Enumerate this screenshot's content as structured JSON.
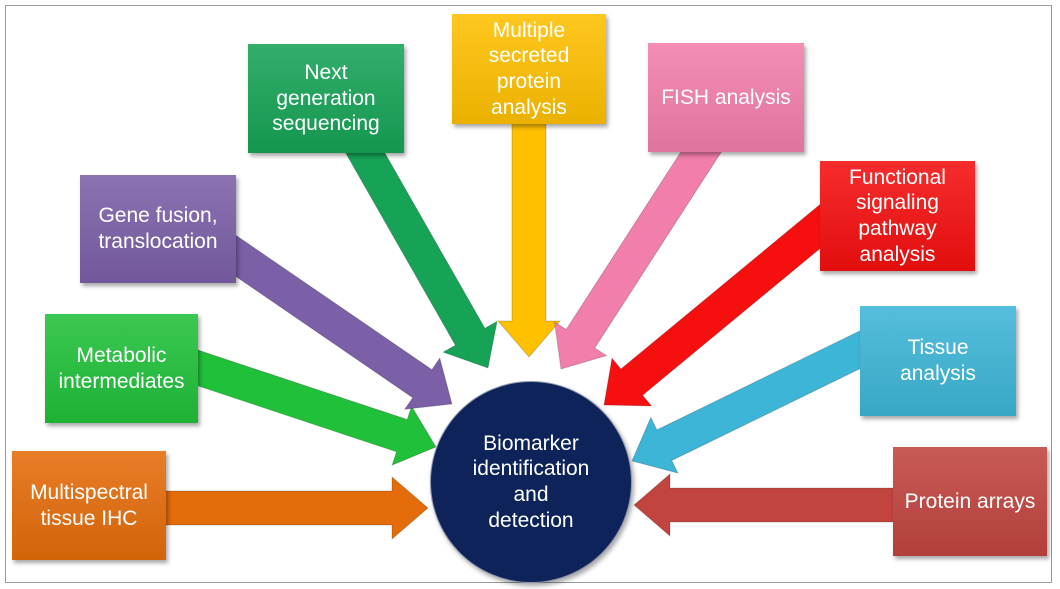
{
  "center": {
    "label": "Biomarker\nidentification\nand\ndetection",
    "color": "#0d2359"
  },
  "nodes": [
    {
      "label": "Multispectral\ntissue IHC",
      "color": "#e46c0a"
    },
    {
      "label": "Metabolic\nintermediates",
      "color": "#20c03a"
    },
    {
      "label": "Gene fusion,\ntranslocation",
      "color": "#7b5fa7"
    },
    {
      "label": "Next\ngeneration\nsequencing",
      "color": "#16a356"
    },
    {
      "label": "Multiple\nsecreted\nprotein\nanalysis",
      "color": "#ffc000"
    },
    {
      "label": "FISH analysis",
      "color": "#f27eab"
    },
    {
      "label": "Functional\nsignaling\npathway\nanalysis",
      "color": "#f50f0f"
    },
    {
      "label": "Tissue\nanalysis",
      "color": "#3db5d7"
    },
    {
      "label": "Protein arrays",
      "color": "#c1443f"
    }
  ]
}
